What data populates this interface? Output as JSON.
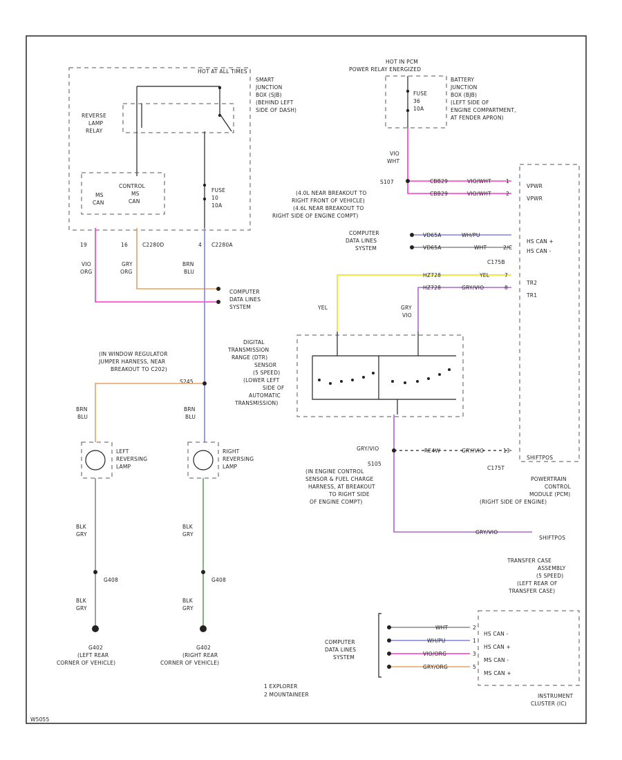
{
  "labels": {
    "hot_all_times": "HOT AT ALL TIMES",
    "smart_jb": [
      "SMART",
      "JUNCTION",
      "BOX (SJB)",
      "(BEHIND LEFT",
      "SIDE OF DASH)"
    ],
    "reverse_relay": [
      "REVERSE",
      "LAMP",
      "RELAY"
    ],
    "ms_can": [
      "MS",
      "CAN"
    ],
    "control_ms_can": [
      "CONTROL",
      "MS",
      "CAN"
    ],
    "fuse_sjb": [
      "FUSE",
      "10",
      "10A"
    ],
    "pins_left": [
      "19",
      "16",
      "C2280D",
      "4",
      "C2280A"
    ],
    "wire_vio_org": [
      "VIO",
      "ORG"
    ],
    "wire_gry_org": [
      "GRY",
      "ORG"
    ],
    "wire_brn_blu": [
      "BRN",
      "BLU"
    ],
    "computer_data_lines_1": [
      "COMPUTER",
      "DATA LINES",
      "SYSTEM"
    ],
    "window_harness": [
      "(IN WINDOW REGULATOR",
      "JUMPER HARNESS, NEAR",
      "BREAKOUT TO C202)"
    ],
    "splice_s245": "S245",
    "left_lamp": [
      "LEFT",
      "REVERSING",
      "LAMP"
    ],
    "right_lamp": [
      "RIGHT",
      "REVERSING",
      "LAMP"
    ],
    "wire_blk_gry": [
      "BLK",
      "GRY"
    ],
    "g408": "G408",
    "g402_left": [
      "G402",
      "(LEFT REAR",
      "CORNER OF VEHICLE)"
    ],
    "g402_right": [
      "G402",
      "(RIGHT REAR",
      "CORNER OF VEHICLE)"
    ],
    "footnotes": [
      "1  EXPLORER",
      "2  MOUNTAINEER"
    ],
    "hot_pcm": [
      "HOT IN PCM",
      "POWER RELAY ENERGIZED"
    ],
    "fuse_bjb": [
      "FUSE",
      "36",
      "10A"
    ],
    "bjb": [
      "BATTERY",
      "JUNCTION",
      "BOX (BJB)",
      "(LEFT SIDE OF",
      "ENGINE COMPARTMENT,",
      "AT FENDER APRON)"
    ],
    "wire_vio_wht": [
      "VIO",
      "WHT"
    ],
    "s107": "S107",
    "breakouts": [
      "(4.0L NEAR BREAKOUT TO",
      "RIGHT FRONT OF VEHICLE)",
      "(4.6L NEAR BREAKOUT TO",
      "RIGHT SIDE OF ENGINE COMPT)"
    ],
    "conn_c1": "CBB29",
    "conn_c2": "CBB29",
    "wire_vio_wht_h": "VIO/WHT",
    "pin_1": "1",
    "pin_2": "2",
    "vpwr": [
      "VPWR",
      "VPWR"
    ],
    "computer_data_lines_2": [
      "COMPUTER",
      "DATA LINES",
      "SYSTEM"
    ],
    "vd_conn_1": "VD65A",
    "vd_conn_2": "VD65A",
    "wh_pu": "WH/PU",
    "wht": "WHT",
    "pin_c": "2/C",
    "hs_can": [
      "HS CAN +",
      "HS CAN -"
    ],
    "c175b": "C175B",
    "yel": "YEL",
    "gry_vio": [
      "GRY",
      "VIO"
    ],
    "trs_conn_1": "HZ728",
    "trs_conn_2": "HZ728",
    "yel_h": "YEL",
    "gry_vio_h": "GRY/VIO",
    "pin_7": "7",
    "pin_8": "8",
    "tr": [
      "TR2",
      "TR1"
    ],
    "dtrs": [
      "DIGITAL",
      "TRANSMISSION",
      "RANGE (DTR)",
      "SENSOR",
      "(5 SPEED)",
      "(LOWER LEFT",
      "SIDE OF",
      "AUTOMATIC",
      "TRANSMISSION)"
    ],
    "gry_vio_s": "GRY/VIO",
    "s105": [
      "S105",
      "(IN ENGINE CONTROL",
      "SENSOR & FUEL CHARGE",
      "HARNESS, AT BREAKOUT",
      "TO RIGHT SIDE",
      "OF ENGINE COMPT)"
    ],
    "rear4": "RE4W",
    "gry_vio_2": "GRY/VIO",
    "pin_13": "13",
    "shift_pos": "SHIFTPOS",
    "c175t": "C175T",
    "pcm": [
      "POWERTRAIN",
      "CONTROL",
      "MODULE (PCM)",
      "(RIGHT SIDE OF ENGINE)"
    ],
    "gry_vio_3": "GRY/VIO",
    "shift_pos_2": "SHIFTPOS",
    "transfer_case": [
      "TRANSFER CASE",
      "ASSEMBLY",
      "(5 SPEED)",
      "(LEFT REAR OF",
      "TRANSFER CASE)"
    ],
    "computer_data_lines_3": [
      "COMPUTER",
      "DATA LINES",
      "SYSTEM"
    ],
    "ic_wires": [
      "WHT",
      "WH/PU",
      "VIO/ORG",
      "GRY/ORG"
    ],
    "ic_pins": [
      "2",
      "1",
      "3",
      "5"
    ],
    "ic_sig": [
      "HS CAN -",
      "HS CAN +",
      "MS CAN -",
      "MS CAN +"
    ],
    "ic": [
      "INSTRUMENT",
      "CLUSTER (IC)"
    ],
    "code": "W5055"
  },
  "colors": {
    "pink": "#ff33cc",
    "orange": "#e8a060",
    "blue": "#8080e0",
    "yellow": "#e6e600",
    "purple": "#aa66cc",
    "green": "#55aa55",
    "gray": "#888888",
    "line": "#222222"
  }
}
